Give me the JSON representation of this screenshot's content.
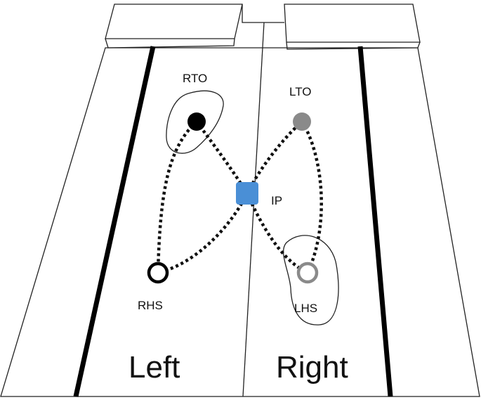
{
  "labels": {
    "rto": "RTO",
    "lto": "LTO",
    "ip": "IP",
    "rhs": "RHS",
    "lhs": "LHS",
    "left_lane": "Left",
    "right_lane": "Right"
  },
  "colors": {
    "ip": "#4a8fd6",
    "rto": "#000000",
    "lto": "#8a8a8a",
    "rhs": "#000000",
    "lhs": "#8a8a8a",
    "path": "#111111"
  }
}
